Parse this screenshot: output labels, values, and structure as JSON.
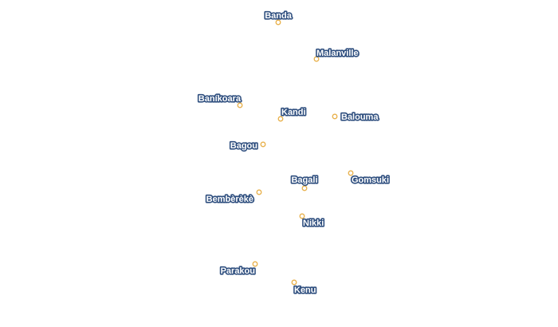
{
  "map": {
    "places": [
      {
        "id": "banda",
        "name": "Banda"
      },
      {
        "id": "malanville",
        "name": "Malanville"
      },
      {
        "id": "banikoara",
        "name": "Baníkoara"
      },
      {
        "id": "kandi",
        "name": "Kandi"
      },
      {
        "id": "balouma",
        "name": "Balouma"
      },
      {
        "id": "bagou",
        "name": "Bagou"
      },
      {
        "id": "bagali",
        "name": "Bagali"
      },
      {
        "id": "gomsuki",
        "name": "Gomsuki"
      },
      {
        "id": "bembereke",
        "name": "Bembèrèkè"
      },
      {
        "id": "nikki",
        "name": "Nikki"
      },
      {
        "id": "parakou",
        "name": "Parakou"
      },
      {
        "id": "kenu",
        "name": "Kenu"
      }
    ],
    "colors": {
      "marker_stroke": "#e8b04a",
      "marker_fill": "#ffffff",
      "label_halo": "#2f4f7f",
      "label_text": "#ffffff"
    }
  }
}
